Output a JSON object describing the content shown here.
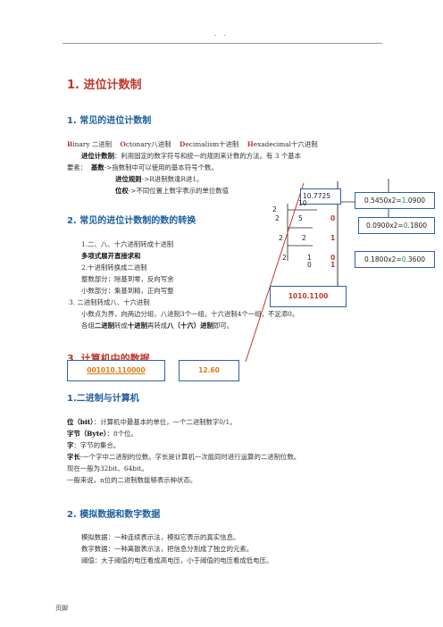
{
  "header": {
    "dots": ". ."
  },
  "title": "1. 进位计数制",
  "sec1": {
    "heading": "1. 常见的进位计数制",
    "bases": [
      {
        "lead": "B",
        "rest": "inary 二进制"
      },
      {
        "lead": "O",
        "rest": "ctonary八进制"
      },
      {
        "lead": "D",
        "rest": "ecimalism十进制"
      },
      {
        "lead": "H",
        "rest": "exadecimal十六进制"
      }
    ],
    "def_term": "进位计数制",
    "def_text": "：利用固定的数字符号和统一的规则来计数的方法。有 3 个基本",
    "elements_label": "要素：",
    "base_term": "基数",
    "base_text": "->指数制中可以使用的基本符号个数。",
    "rule_term": "进位规则",
    "rule_text": "->R进制数逢R进1。",
    "weight_term": "位权",
    "weight_text": "->不同位置上数字表示的单位数值"
  },
  "sec2": {
    "heading": "2. 常见的进位计数制的数的转换",
    "lines": [
      "1.二、八、十六进制转成十进制",
      "多项式展开直接求和",
      "2.十进制转换成二进制",
      "整数部分：除基到零，反向写余",
      "小数部分：乘基到精，正向写整",
      "3. 二进制转成八、十六进制",
      "小数点为界，向两边分组，八进制3个一组，十六进制4个一组，不足添0。"
    ],
    "last_prefix": "各组",
    "last_bin": "二进制",
    "last_mid": "转成",
    "last_dec": "十进制",
    "last_mid2": "再转成",
    "last_oct": "八（十六）进制",
    "last_end": "即可。"
  },
  "diagram": {
    "decimal_box": "10.7725",
    "div_rows": [
      {
        "d": "2",
        "q": "10",
        "r": ""
      },
      {
        "d": "2",
        "q": "5",
        "r": "0"
      },
      {
        "d": "2",
        "q": "2",
        "r": "1"
      },
      {
        "d": "2",
        "q": "1",
        "r": "0"
      },
      {
        "d": "",
        "q": "0",
        "r": "1"
      }
    ],
    "mult": [
      {
        "left": "0.5450x2=",
        "hi": "1",
        "right": ".0900"
      },
      {
        "left": "0.0900x2=",
        "hi": "0",
        "right": ".1800"
      },
      {
        "left": "0.1800x2=",
        "hi": "0",
        "right": ".3600"
      }
    ],
    "result_box": "1010.1100",
    "grouped_box": "001010.110000",
    "octal_box": "12.60"
  },
  "sec3": {
    "heading_partial": "3. 计算机中的数据",
    "sub1": "1.二进制与计算机",
    "bit_term": "位（bit）",
    "bit_text": "：计算机中最基本的单位，一个二进制数字0/1。",
    "byte_term": "字节（Byte）",
    "byte_text": "：8个位。",
    "char_term": "字",
    "char_text": "：字节的集合。",
    "wl_term": "字长",
    "wl_text": "-一个字中二进制的位数。字长是计算机一次能同时进行运算的二进制位数。",
    "wl_text2": "现在一般为32bit、64bit。",
    "wl_text3": "一般来说，n位的二进制数能够表示种状态。"
  },
  "sec4": {
    "heading": "2. 模拟数据和数字数据",
    "lines": [
      "模拟数据：一种连续表示法，模拟它表示的真实信息。",
      "数字数据：一种离散表示法，把信息分割成了独立的元素。",
      "阈值：大于阈值的电压看成高电压，小于阈值的电压看成低电压。"
    ]
  },
  "footer": "页脚"
}
